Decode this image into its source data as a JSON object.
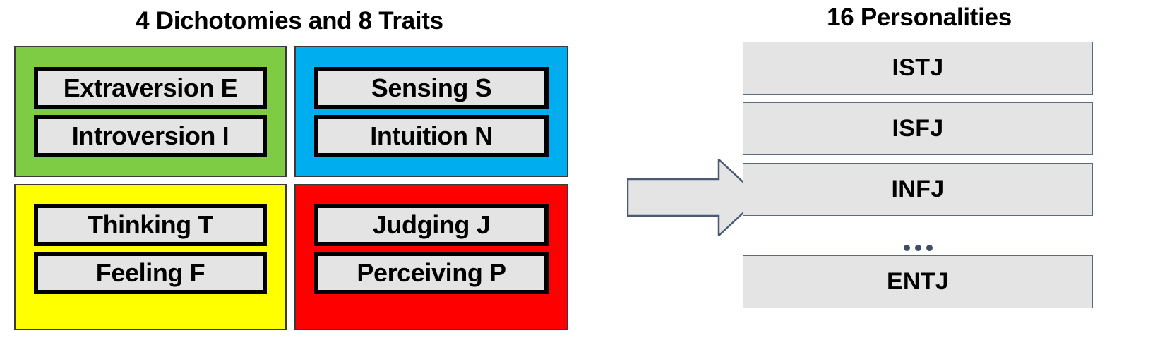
{
  "left": {
    "title": "4 Dichotomies and 8 Traits",
    "dichotomies": [
      {
        "id": "energy",
        "color": "#7ecc43",
        "traits": [
          "Extraversion E",
          "Introversion I"
        ]
      },
      {
        "id": "information",
        "color": "#00aeef",
        "traits": [
          "Sensing S",
          "Intuition N"
        ]
      },
      {
        "id": "decisions",
        "color": "#ffff00",
        "traits": [
          "Thinking T",
          "Feeling F"
        ]
      },
      {
        "id": "structure",
        "color": "#ff0000",
        "traits": [
          "Judging J",
          "Perceiving P"
        ]
      }
    ]
  },
  "arrow": {
    "icon": "right-block-arrow-icon",
    "fill": "#e4e4e4",
    "stroke": "#4a5a72"
  },
  "right": {
    "title": "16 Personalities",
    "types": [
      "ISTJ",
      "ISFJ",
      "INFJ"
    ],
    "ellipsis": "•••",
    "last_type": "ENTJ",
    "box_fill": "#e4e4e4",
    "box_stroke": "#5b6b84"
  },
  "colors": {
    "trait_box_fill": "#e4e4e4",
    "trait_box_border": "#000000",
    "text": "#000000",
    "dot": "#3f4f63"
  }
}
